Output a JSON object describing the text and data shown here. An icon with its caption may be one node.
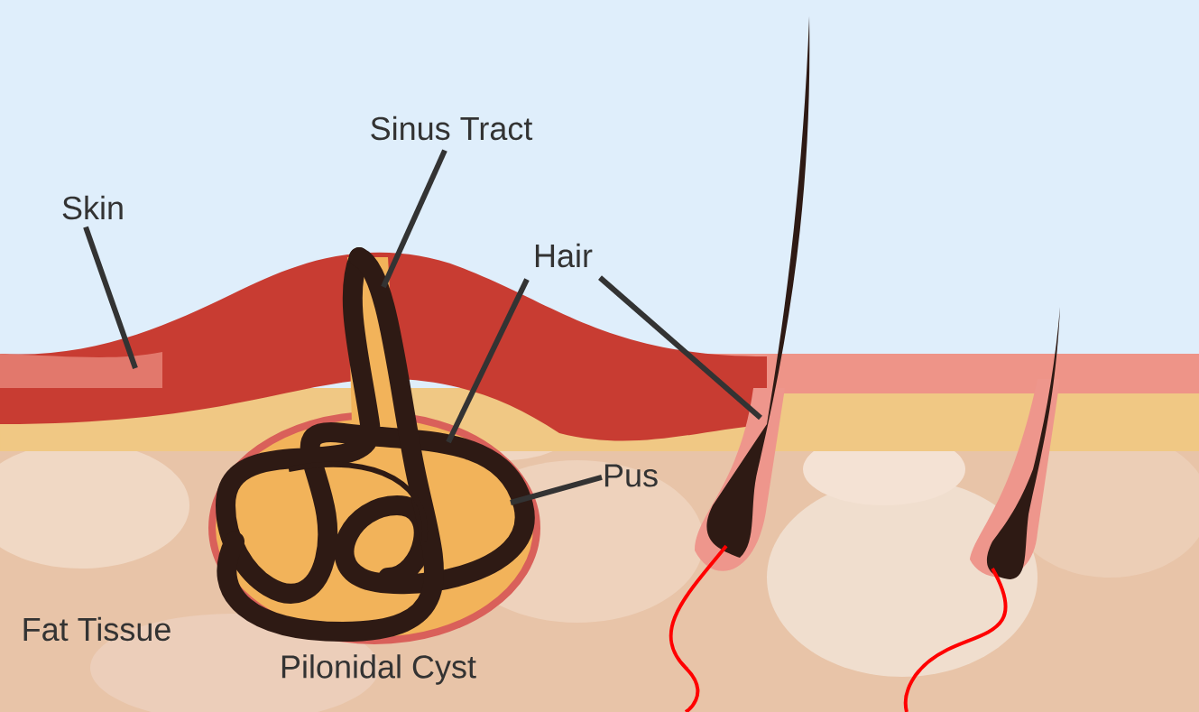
{
  "diagram": {
    "nodes": [
      {
        "text": [
          "Skin"
        ]
      },
      {
        "text": [
          "Sinus Tract"
        ]
      },
      {
        "text": [
          "Hair"
        ]
      },
      {
        "text": [
          "Pus"
        ]
      }
    ],
    "edges": [
      {
        "from": 0,
        "to": null,
        "arrow": "none"
      },
      {
        "from": 1,
        "to": null,
        "arrow": "none"
      },
      {
        "from": 2,
        "to": null,
        "arrow": "none"
      },
      {
        "from": 2,
        "to": null,
        "arrow": "none"
      },
      {
        "from": 3,
        "to": null,
        "arrow": "none"
      }
    ],
    "labels": [
      "Fat Tissue",
      "Pilonidal Cyst"
    ]
  }
}
